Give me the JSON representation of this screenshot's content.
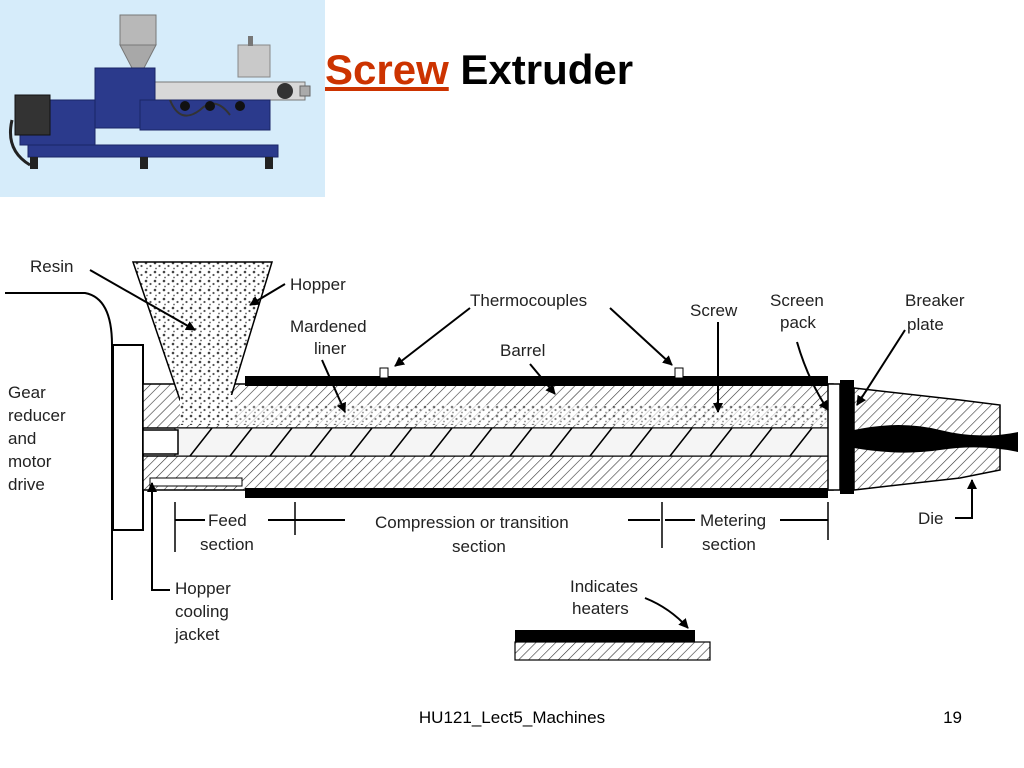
{
  "title": {
    "word1": "Screw",
    "word2": "Extruder"
  },
  "colors": {
    "title_accent": "#cc3300",
    "photo_bg": "#d6ecfa",
    "machine_blue": "#2b3a8c"
  },
  "diagram_labels": {
    "resin": "Resin",
    "hopper": "Hopper",
    "thermocouples": "Thermocouples",
    "screw": "Screw",
    "screen_pack_1": "Screen",
    "screen_pack_2": "pack",
    "breaker_plate_1": "Breaker",
    "breaker_plate_2": "plate",
    "liner_1": "Mardened",
    "liner_2": "liner",
    "barrel": "Barrel",
    "gear_1": "Gear",
    "gear_2": "reducer",
    "gear_3": "and",
    "gear_4": "motor",
    "gear_5": "drive",
    "feed_1": "Feed",
    "feed_2": "section",
    "compression_1": "Compression or transition",
    "compression_2": "section",
    "metering_1": "Metering",
    "metering_2": "section",
    "die": "Die",
    "cooling_1": "Hopper",
    "cooling_2": "cooling",
    "cooling_3": "jacket",
    "heaters_1": "Indicates",
    "heaters_2": "heaters"
  },
  "footer": {
    "text": "HU121_Lect5_Machines",
    "page": "19"
  }
}
